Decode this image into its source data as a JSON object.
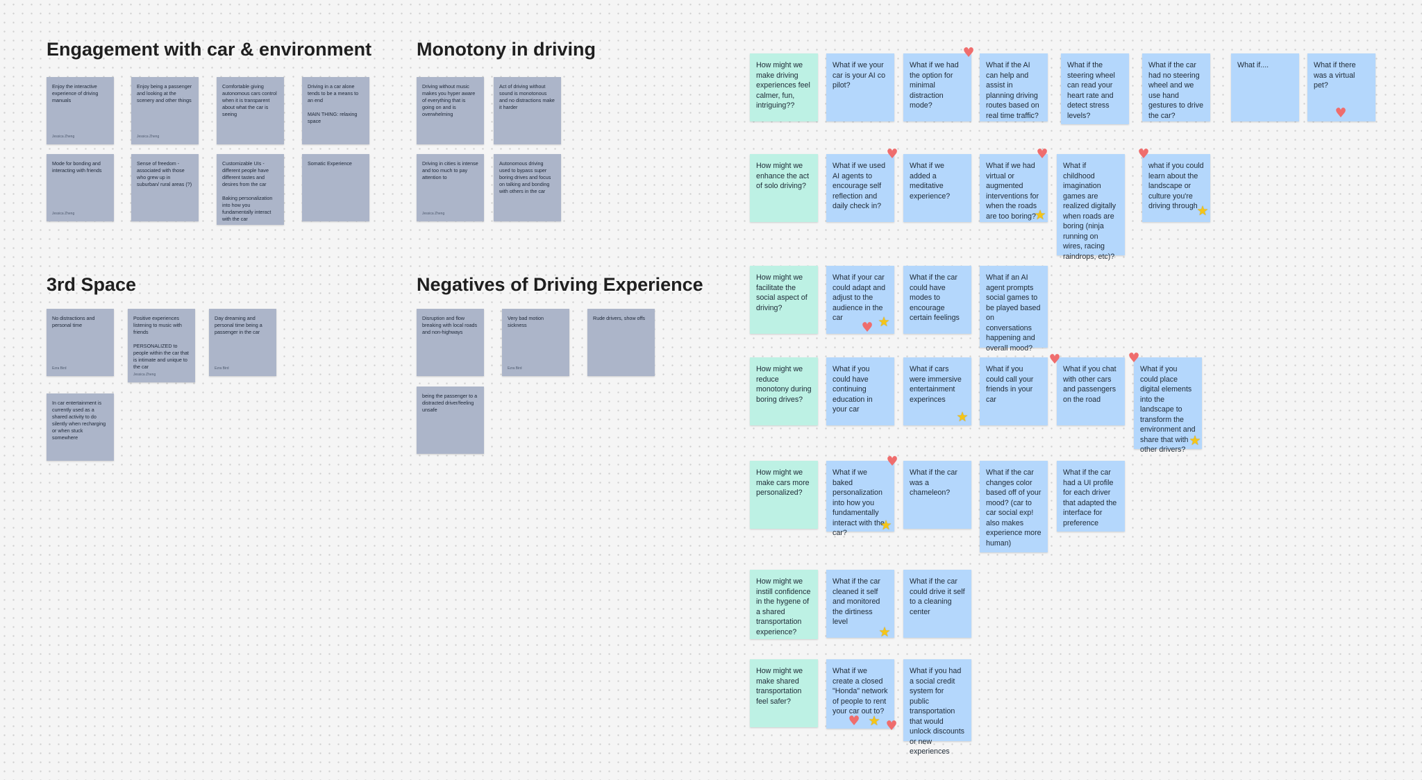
{
  "sections": {
    "engagement": {
      "title": "Engagement with car & environment",
      "notes": [
        {
          "text": "Enjoy the interactive experience of driving manuals",
          "author": "Jessica Zheng"
        },
        {
          "text": "Enjoy being a passenger and looking at the scenery and other things",
          "author": "Jessica Zheng"
        },
        {
          "text": "Comfortable giving autonomous cars control when it is transparent about what the car is seeing",
          "author": ""
        },
        {
          "text": "Driving in a car alone tends to be a means to an end\n\nMAIN THING: relaxing space",
          "author": ""
        },
        {
          "text": "Mode for bonding and interacting with friends",
          "author": "Jessica Zheng"
        },
        {
          "text": "Sense of freedom - associated with those who grew up in suburban/ rural areas (?)",
          "author": ""
        },
        {
          "text": "Customizable UIs - different people have different tastes and desires from the car\n\nBaking personalization into how you fundamentally interact with the car",
          "author": ""
        },
        {
          "text": "Somatic Experience",
          "author": ""
        }
      ]
    },
    "monotony": {
      "title": "Monotony in driving",
      "notes": [
        {
          "text": "Driving without music makes you hyper aware of everything that is going on and is overwhelming",
          "author": ""
        },
        {
          "text": "Act of driving without sound is monotonous and no distractions make it harder",
          "author": ""
        },
        {
          "text": "Driving in cities is intense and too much to pay attention to",
          "author": "Jessica Zheng"
        },
        {
          "text": "Autonomous driving used to bypass super boring drives and focus on talking and bonding with others in the car",
          "author": ""
        }
      ]
    },
    "third_space": {
      "title": "3rd Space",
      "notes": [
        {
          "text": "No distractions and personal time",
          "author": "Ezra Bird"
        },
        {
          "text": "Positive experiences listening to music with friends\n\nPERSONALIZED to people within the car that is intimate and unique to the car",
          "author": "Jessica Zheng"
        },
        {
          "text": "Day dreaming and personal time being a passenger in the car",
          "author": "Ezra Bird"
        },
        {
          "text": "In car entertainment is currently used as a shared activity to do silently when recharging or when stuck somewhere",
          "author": ""
        }
      ]
    },
    "negatives": {
      "title": "Negatives of Driving Experience",
      "notes": [
        {
          "text": "Disruption and flow breaking with local roads and non-highways",
          "author": ""
        },
        {
          "text": "Very bad motion sickness",
          "author": "Ezra Bird"
        },
        {
          "text": "Rude drivers, show offs",
          "author": ""
        },
        {
          "text": "being the passenger to a distracted driver/feeling unsafe",
          "author": ""
        }
      ]
    }
  },
  "hmw_rows": [
    {
      "question": "How might we make driving experiences feel calmer, fun, intriguing??",
      "ideas": [
        "What if we your car is your AI co pilot?",
        "What if we had the option for minimal distraction mode?",
        "What if the AI can help and assist in planning driving routes based on real time traffic?",
        "What if the steering wheel can read your heart rate and detect stress levels?",
        "What if the car had no steering wheel and we use hand gestures to drive the car?",
        "What if....",
        "What if there was a virtual pet?"
      ]
    },
    {
      "question": "How might we enhance the act of solo driving?",
      "ideas": [
        "What if we used AI agents to encourage self reflection and daily check in?",
        "What if we added a meditative experience?",
        "What if we had virtual or augmented interventions for when the roads are too boring?",
        "What if childhood imagination games are realized digitally when roads are boring (ninja running on wires, racing raindrops, etc)?",
        "what if you could learn about the landscape or culture you're driving through"
      ]
    },
    {
      "question": "How might we facilitate the social aspect of driving?",
      "ideas": [
        "What if your car could adapt and adjust to the audience in the car",
        "What if the car could have modes to encourage certain feelings",
        "What if an AI agent prompts social games to be played based on conversations happening and overall mood?"
      ]
    },
    {
      "question": "How might we reduce monotony during boring drives?",
      "ideas": [
        "What if you could have continuing education in your car",
        "What if cars were immersive entertainment experinces",
        "What if you could call your friends in your car",
        "What if you chat with other cars and passengers on the road",
        "What if you could place digital elements into the landscape to transform the environment and share that with other drivers?"
      ]
    },
    {
      "question": "How might we make cars more personalized?",
      "ideas": [
        "What if we baked personalization into how you fundamentally interact with the car?",
        "What if the car was a chameleon?",
        "What if the car changes color based off of your mood? (car to car social exp! also makes experience more human)",
        "What if the car had a UI profile for each driver that adapted the interface for preference"
      ]
    },
    {
      "question": "How might we instill confidence in the hygene of a shared transportation experience?",
      "ideas": [
        "What if the car cleaned it self and monitored the dirtiness level",
        "What if the car could drive it self to a cleaning center"
      ]
    },
    {
      "question": "How might we make shared transportation feel safer?",
      "ideas": [
        "What if we create a closed \"Honda\" network of people to rent your car out to?",
        "What if you had a social credit system for public transportation that would unlock discounts or new experiences"
      ]
    }
  ],
  "icons": {
    "heart": "heart-icon",
    "star": "star-icon"
  },
  "colors": {
    "gray_note": "#acb5c9",
    "blue_note": "#b4d7fc",
    "teal_note": "#bdf1e4",
    "heart": "#ef6d6d",
    "star": "#f5c518"
  }
}
